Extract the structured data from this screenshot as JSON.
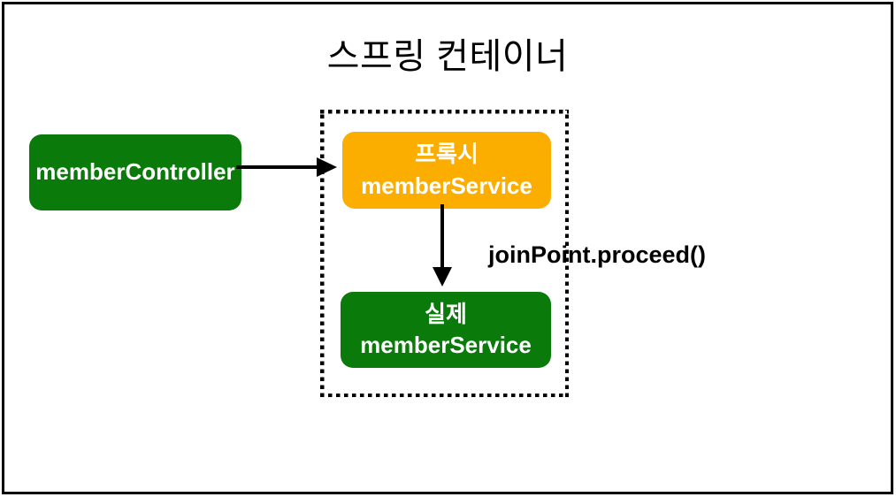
{
  "diagram": {
    "title": "스프링 컨테이너",
    "nodes": {
      "member_controller": {
        "label": "memberController",
        "color": "#0A7A0A"
      },
      "proxy_member_service": {
        "line1": "프록시",
        "line2": "memberService",
        "color": "#FBAD00"
      },
      "real_member_service": {
        "line1": "실제",
        "line2": "memberService",
        "color": "#0A7A0A"
      }
    },
    "edges": {
      "controller_to_proxy": "arrow-right",
      "proxy_to_real": "arrow-down",
      "proceed_label": "joinPoint.proceed()"
    },
    "colors": {
      "node_text": "#FFFFFF",
      "outline": "#000000",
      "background": "#FFFFFF"
    }
  }
}
